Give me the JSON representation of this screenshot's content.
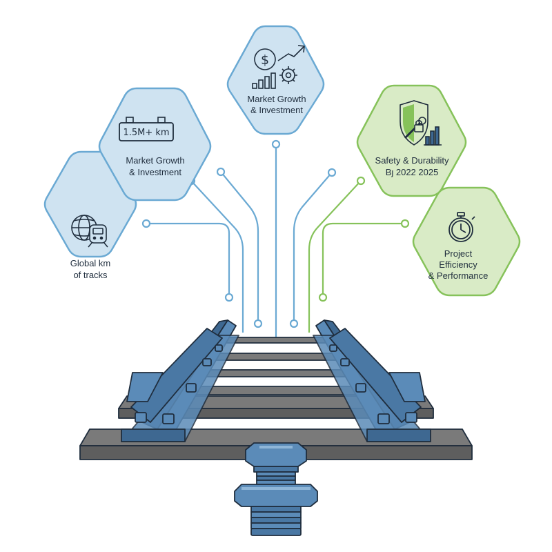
{
  "colors": {
    "blue_fill": "#cfe3f1",
    "blue_stroke": "#6aa9d3",
    "green_fill": "#d9ebc6",
    "green_stroke": "#86c25a",
    "steel": "#5b8bb8",
    "steel_dark": "#3e6891",
    "sleeper": "#6e6e6e",
    "outline": "#1f2d3d"
  },
  "hexagons": [
    {
      "id": "global-tracks",
      "theme": "blue",
      "icon": "globe-train-icon",
      "lines": [
        "Global km",
        "of tracks"
      ]
    },
    {
      "id": "length",
      "theme": "blue",
      "icon": "rail-length-badge-icon",
      "badge": "1.5M+ km",
      "lines": [
        "Market Growth",
        "& Investment"
      ]
    },
    {
      "id": "market-growth",
      "theme": "blue",
      "icon": "dollar-growth-gear-icon",
      "lines": [
        "Market Growth",
        "& Investment"
      ]
    },
    {
      "id": "safety",
      "theme": "green",
      "icon": "shield-wrench-lock-chart-icon",
      "lines": [
        "Safety & Durability",
        "Bȷ 2022 2025"
      ]
    },
    {
      "id": "efficiency",
      "theme": "green",
      "icon": "stopwatch-icon",
      "lines": [
        "Project",
        "Efficiency",
        "& Performance"
      ]
    }
  ]
}
